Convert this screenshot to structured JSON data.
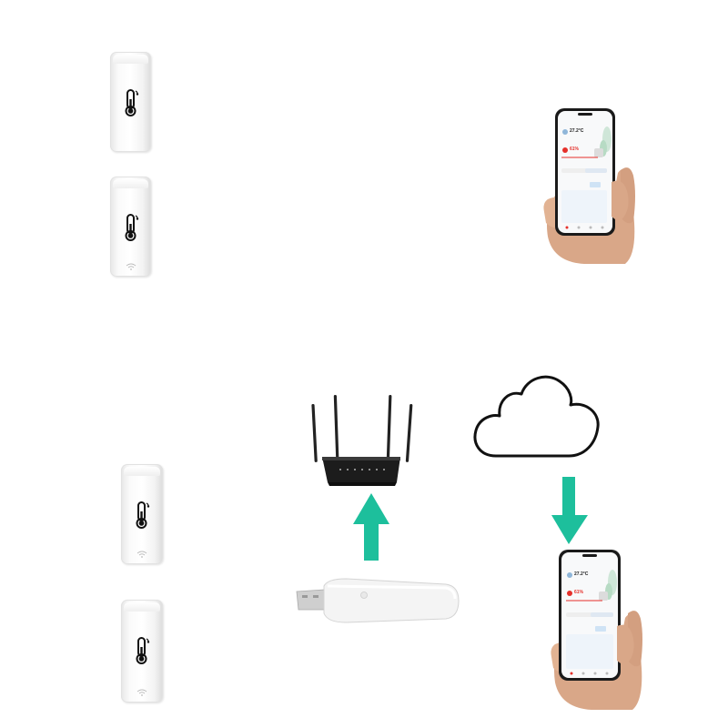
{
  "phones": [
    {
      "temperature": "27.2°C",
      "humidity": "61%"
    },
    {
      "temperature": "27.2°C",
      "humidity": "61%"
    }
  ],
  "colors": {
    "arrow": "#1dbf9c",
    "router": "#1c1c1c",
    "sensor": "#f7f7f7",
    "humidity": "#e5302a",
    "app_accent": "#cfe3f5"
  },
  "icons": {
    "sensor": "thermometer-icon",
    "router": "router-icon",
    "cloud": "cloud-icon",
    "gateway": "usb-gateway-icon"
  }
}
